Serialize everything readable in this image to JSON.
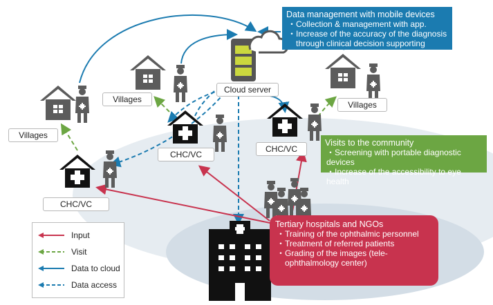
{
  "nodes": {
    "cloud_server": "Cloud server",
    "villages_left": "Villages",
    "villages_center": "Villages",
    "villages_right": "Villages",
    "chc_left": "CHC/VC",
    "chc_center": "CHC/VC",
    "chc_right": "CHC/VC"
  },
  "callouts": {
    "data_management": {
      "title": "Data management with mobile devices",
      "items": [
        "Collection & management with app.",
        "Increase of the accuracy of the diagnosis through clinical decision supporting system"
      ],
      "color": "#1b7bb0"
    },
    "visits": {
      "title": "Visits to the community",
      "items": [
        "Screening with portable diagnostic devices",
        "Increase of the accessibility to eye health"
      ],
      "color": "#6ca643"
    },
    "tertiary": {
      "title": "Tertiary hospitals and NGOs",
      "items": [
        "Training of the ophthalmic personnel",
        "Treatment of referred patients",
        "Grading of the images (tele-ophthalmology center)"
      ],
      "color": "#c8334e"
    }
  },
  "legend": [
    {
      "label": "Input",
      "color": "#c8334e",
      "style": "solid"
    },
    {
      "label": "Visit",
      "color": "#6ca643",
      "style": "dashed"
    },
    {
      "label": "Data to cloud",
      "color": "#1b7bb0",
      "style": "solid"
    },
    {
      "label": "Data access",
      "color": "#1b7bb0",
      "style": "dashed"
    }
  ],
  "colors": {
    "icon": "#5c5c5c",
    "ellipse": "#e6ecf1",
    "black_icon": "#111111"
  }
}
